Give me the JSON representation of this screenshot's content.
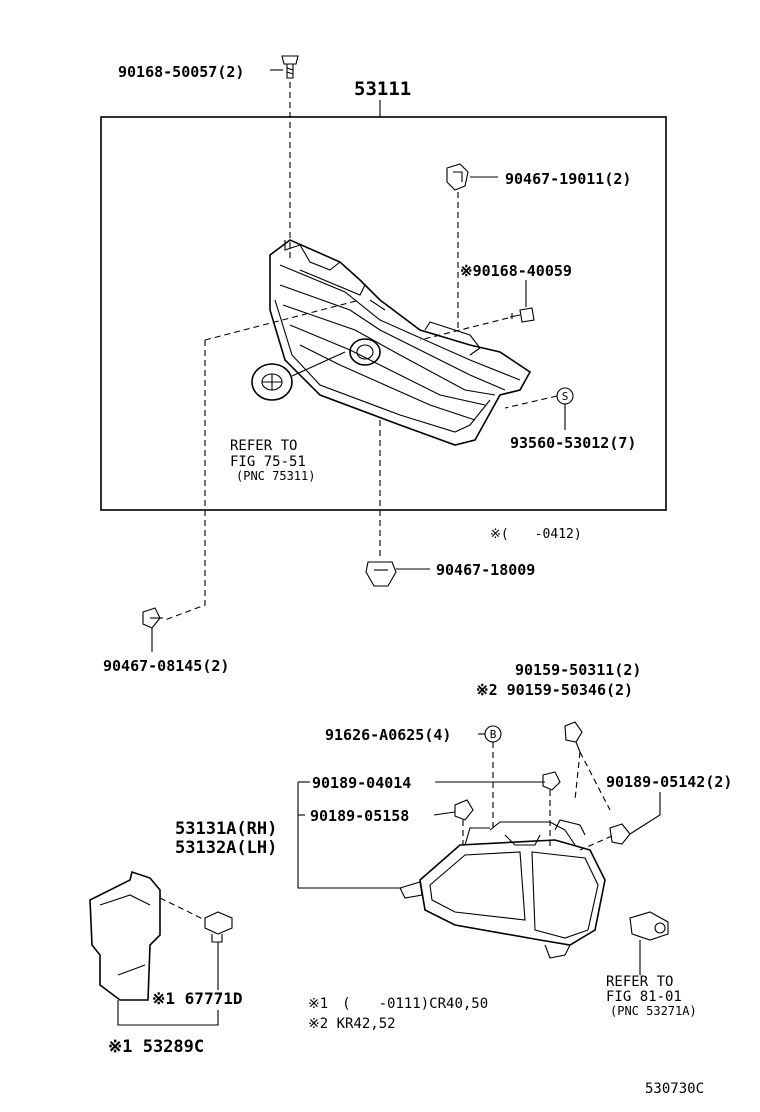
{
  "title_part": "53111",
  "grille_box_note": "※(　　-0412)",
  "parts": {
    "p1": "90168-50057(2)",
    "p2": "90467-19011(2)",
    "p3": "※90168-40059",
    "p4": "93560-53012(7)",
    "p5": "90467-18009",
    "p6": "90467-08145(2)",
    "p7": "90159-50311(2)",
    "p8": "※2 90159-50346(2)",
    "p9": "91626-A0625(4)",
    "p10": "90189-04014",
    "p11": "90189-05142(2)",
    "p12": "90189-05158",
    "p13": "53131A(RH)",
    "p14": "53132A(LH)",
    "p15": "※1 67771D",
    "p16": "※1 53289C"
  },
  "refer1": {
    "l1": "REFER TO",
    "l2": "FIG 75-51",
    "l3": "(PNC 75311)"
  },
  "refer2": {
    "l1": "REFER TO",
    "l2": "FIG 81-01",
    "l3": "(PNC 53271A)"
  },
  "marker_s": "S",
  "marker_b": "B",
  "notes": {
    "n1": "※1　(　　-0111)CR40,50",
    "n2": "※2 KR42,52"
  },
  "figure_code": "530730C"
}
